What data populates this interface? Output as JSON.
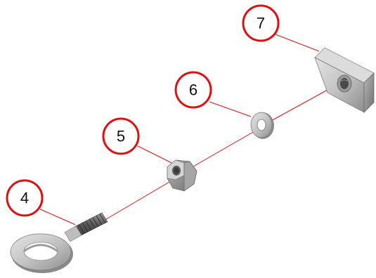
{
  "diagram": {
    "callouts": [
      {
        "id": "4",
        "label": "4"
      },
      {
        "id": "5",
        "label": "5"
      },
      {
        "id": "6",
        "label": "6"
      },
      {
        "id": "7",
        "label": "7"
      }
    ],
    "colors": {
      "callout_ring": "#dd1111",
      "leader_line": "#dd1111",
      "assembly_axis": "#dd1111",
      "part_fill": "#c8c8c8",
      "part_shadow": "#8f8f8f",
      "part_edge": "#6a6a6a"
    },
    "parts": [
      {
        "callout": "4",
        "icon": "eye-bolt-icon"
      },
      {
        "callout": "5",
        "icon": "hex-nut-icon"
      },
      {
        "callout": "6",
        "icon": "washer-icon"
      },
      {
        "callout": "7",
        "icon": "square-plate-nut-icon"
      }
    ]
  }
}
